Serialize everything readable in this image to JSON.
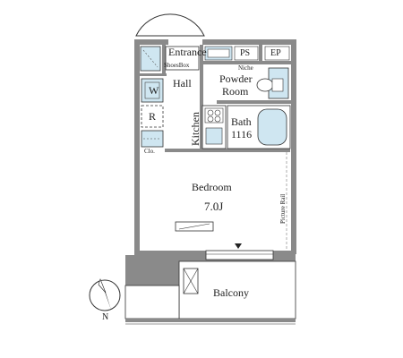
{
  "rooms": {
    "entrance": "Entrance",
    "shoes_box": "ShoesBox",
    "ps": "PS",
    "ep": "EP",
    "niche": "Niche",
    "hall": "Hall",
    "powder_room": [
      "Powder",
      "Room"
    ],
    "kitchen": "Kitchen",
    "bath": [
      "Bath",
      "1116"
    ],
    "refrigerator": "R",
    "washer": "W",
    "closet": "Clo.",
    "bedroom": "Bedroom",
    "bedroom_size": "7.0J",
    "picture_rail": "Picture Rail",
    "balcony": "Balcony"
  },
  "compass": {
    "label": "N"
  },
  "colors": {
    "fixture_blue": "#cfe6f1",
    "wall": "#8a8a8a",
    "line": "#333333"
  }
}
